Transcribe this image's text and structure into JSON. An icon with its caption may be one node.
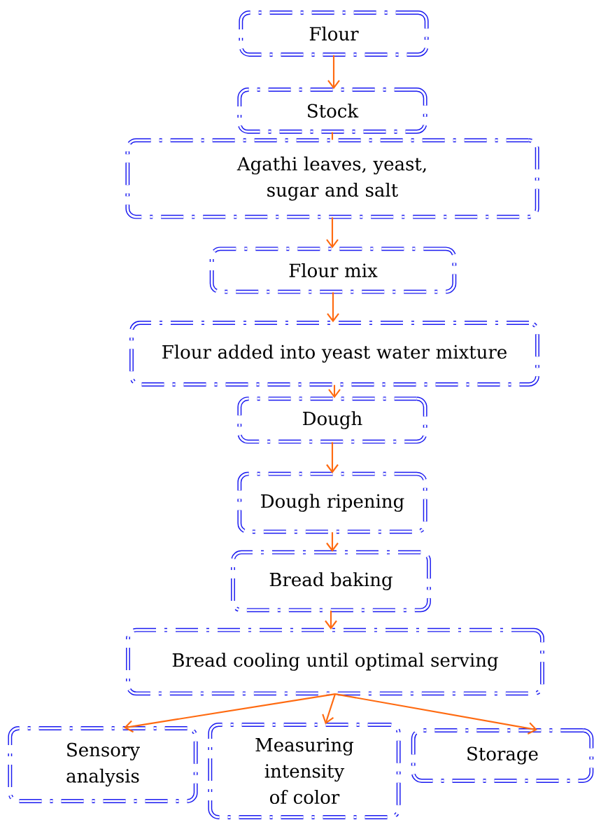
{
  "diagram": {
    "nodes": [
      {
        "text": [
          "Flour"
        ]
      },
      {
        "text": [
          "Stock"
        ]
      },
      {
        "text": [
          "Agathi leaves, yeast, sugar and salt"
        ]
      },
      {
        "text": [
          "Flour mix"
        ]
      },
      {
        "text": [
          "Flour added into yeast water mixture"
        ]
      },
      {
        "text": [
          "Dough"
        ]
      },
      {
        "text": [
          "Dough ripening"
        ]
      },
      {
        "text": [
          "Bread baking"
        ]
      },
      {
        "text": [
          "Bread cooling until optimal serving"
        ]
      },
      {
        "text": [
          "Sensory analysis"
        ]
      },
      {
        "text": [
          "Measuring intensity of color"
        ]
      },
      {
        "text": [
          "Storage"
        ]
      }
    ],
    "edges": [
      {
        "from": 0,
        "to": 1,
        "arrow": "to"
      },
      {
        "from": 1,
        "to": 2,
        "arrow": "none"
      },
      {
        "from": 2,
        "to": 3,
        "arrow": "to"
      },
      {
        "from": 3,
        "to": 4,
        "arrow": "to"
      },
      {
        "from": 4,
        "to": 5,
        "arrow": "to"
      },
      {
        "from": 5,
        "to": 6,
        "arrow": "to"
      },
      {
        "from": 6,
        "to": 7,
        "arrow": "to"
      },
      {
        "from": 7,
        "to": 8,
        "arrow": "to"
      },
      {
        "from": 8,
        "to": 9,
        "arrow": "to"
      },
      {
        "from": 8,
        "to": 10,
        "arrow": "to"
      },
      {
        "from": 8,
        "to": 11,
        "arrow": "to"
      }
    ]
  }
}
